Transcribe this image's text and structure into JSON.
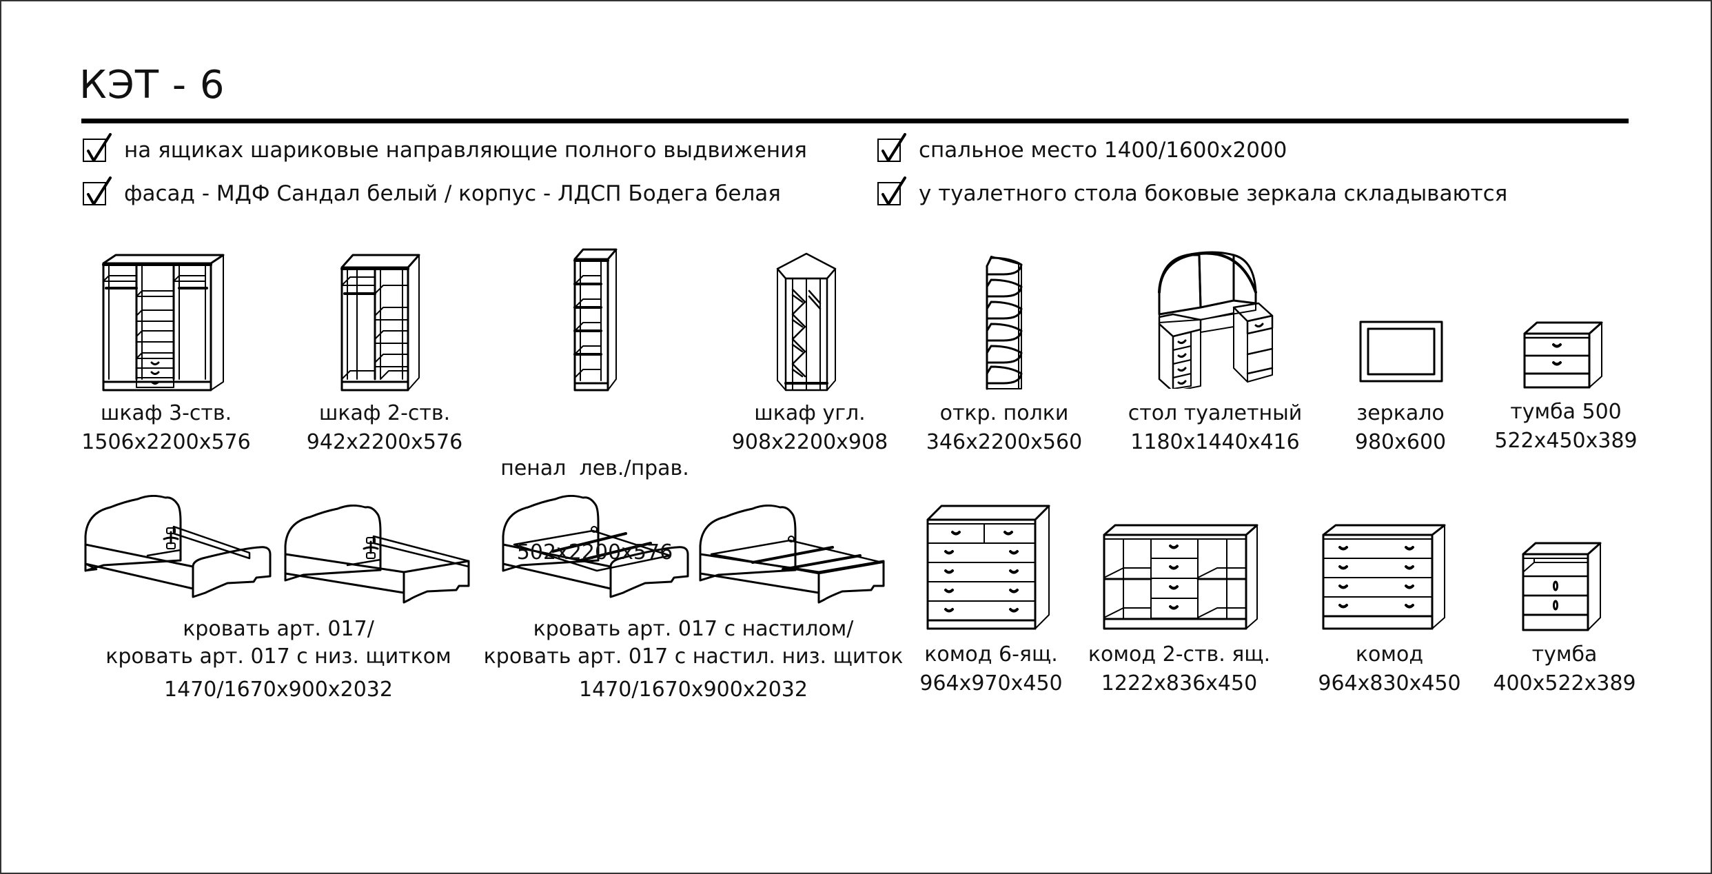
{
  "header": {
    "title": "КЭТ - 6"
  },
  "features": [
    {
      "text": "на ящиках шариковые направляющие полного выдвижения",
      "checked": true
    },
    {
      "text": "фасад - МДФ Сандал белый / корпус - ЛДСП Бодега белая",
      "checked": true
    },
    {
      "text": "спальное место 1400/1600х2000",
      "checked": true
    },
    {
      "text": "у туалетного стола боковые зеркала складываются",
      "checked": true
    }
  ],
  "colors": {
    "line": "#000000",
    "panel": "#E6E6E6",
    "white": "#FFFFFF",
    "mirror": "#00C8FF"
  },
  "items_top": [
    {
      "id": "wardrobe-3door",
      "icon": "wardrobe-3-door-icon",
      "name": "шкаф 3-ств.",
      "dims": "1506x2200x576"
    },
    {
      "id": "wardrobe-2door",
      "icon": "wardrobe-2-door-icon",
      "name": "шкаф 2-ств.",
      "dims": "942x2200x576"
    },
    {
      "id": "pencil-case",
      "icon": "pencil-case-cabinet-icon",
      "name": "пенал  лев./прав.",
      "dims": "502x2200x576"
    },
    {
      "id": "corner-wardrobe",
      "icon": "corner-wardrobe-icon",
      "name": "шкаф угл.",
      "dims": "908x2200x908"
    },
    {
      "id": "open-shelves",
      "icon": "open-shelves-icon",
      "name": "откр. полки",
      "dims": "346x2200x560"
    },
    {
      "id": "vanity-table",
      "icon": "vanity-table-icon",
      "name": "стол туалетный",
      "dims": "1180x1440x416"
    },
    {
      "id": "mirror",
      "icon": "mirror-icon",
      "name": "зеркало",
      "dims": "980x600"
    },
    {
      "id": "nightstand-500",
      "icon": "nightstand-icon",
      "name": "тумба 500",
      "dims": "522x450x389"
    }
  ],
  "items_bottom": [
    {
      "id": "bed-017",
      "icon": "bed-icon",
      "name": "кровать арт. 017/",
      "name2": "кровать арт. 017 с низ. щитком",
      "dims": "1470/1670x900x2032"
    },
    {
      "id": "bed-017-deck",
      "icon": "bed-with-deck-icon",
      "name": "кровать арт. 017 с настилом/",
      "name2": "кровать арт. 017 с настил. низ. щиток",
      "dims": "1470/1670x900x2032"
    },
    {
      "id": "chest-6-drawers",
      "icon": "chest-of-drawers-6-icon",
      "name": "комод 6-ящ.",
      "dims": "964x970x450"
    },
    {
      "id": "chest-2-door",
      "icon": "chest-2-door-icon",
      "name": "комод 2-ств. ящ.",
      "dims": "1222x836x450"
    },
    {
      "id": "chest",
      "icon": "chest-of-drawers-icon",
      "name": "комод",
      "dims": "964x830x450"
    },
    {
      "id": "nightstand",
      "icon": "bedside-table-icon",
      "name": "тумба",
      "dims": "400x522x389"
    }
  ]
}
